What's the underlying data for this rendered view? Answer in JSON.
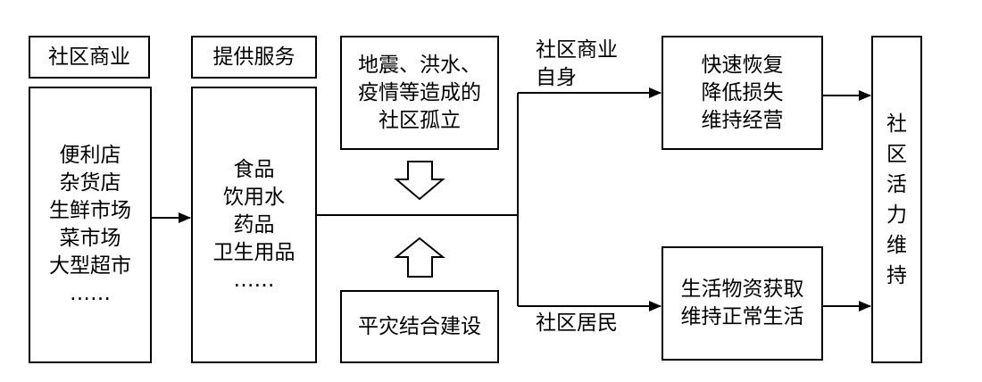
{
  "headers": {
    "community_business": "社区商业",
    "provide_services": "提供服务"
  },
  "boxes": {
    "store_types": [
      "便利店",
      "杂货店",
      "生鲜市场",
      "菜市场",
      "大型超市",
      "……"
    ],
    "services": [
      "食品",
      "饮用水",
      "药品",
      "卫生用品",
      "……"
    ],
    "isolation_cause": [
      "地震、洪水、",
      "疫情等造成的",
      "社区孤立"
    ],
    "disaster_integration": [
      "平灾结合建设"
    ],
    "business_outcome": [
      "快速恢复",
      "降低损失",
      "维持经营"
    ],
    "resident_outcome": [
      "生活物资获取",
      "维持正常生活"
    ],
    "community_vitality": [
      "社",
      "区",
      "活",
      "力",
      "维",
      "持"
    ]
  },
  "branch_labels": {
    "business_self": [
      "社区商业",
      "自身"
    ],
    "residents": "社区居民"
  }
}
